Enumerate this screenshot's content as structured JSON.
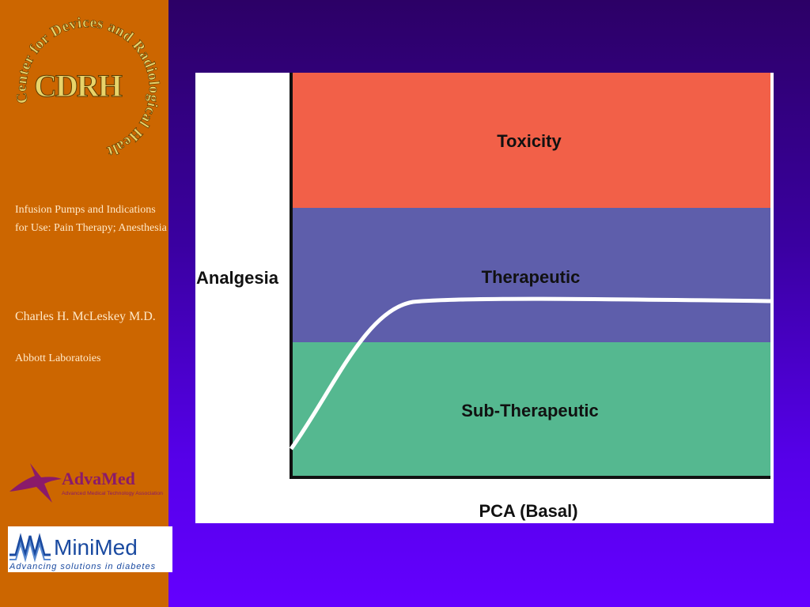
{
  "sidebar": {
    "title": "Infusion Pumps and Indications for Use: Pain Therapy; Anesthesia",
    "author": "Charles H. McLeskey M.D.",
    "company": "Abbott Laboratoies"
  },
  "logos": {
    "cdrh": {
      "arc_text": "Center for Devices and Radiological Health",
      "monogram": "CDRH"
    },
    "advamed": {
      "name": "AdvaMed",
      "tagline": "Advanced Medical Technology Association"
    },
    "minimed": {
      "name": "MiniMed",
      "tagline": "Advancing solutions in diabetes"
    }
  },
  "diagram": {
    "y_label": "Analgesia",
    "x_label": "PCA (Basal)",
    "zones": [
      {
        "label": "Toxicity",
        "color": "#f26048"
      },
      {
        "label": "Therapeutic",
        "color": "#5e5eab"
      },
      {
        "label": "Sub-Therapeutic",
        "color": "#55b890"
      }
    ],
    "curve_color": "#ffffff"
  },
  "colors": {
    "sidebar": "#cc6600",
    "sidebar_text": "#ffe9c8",
    "advamed": "#8a1a6a",
    "minimed": "#1a4aa0"
  }
}
